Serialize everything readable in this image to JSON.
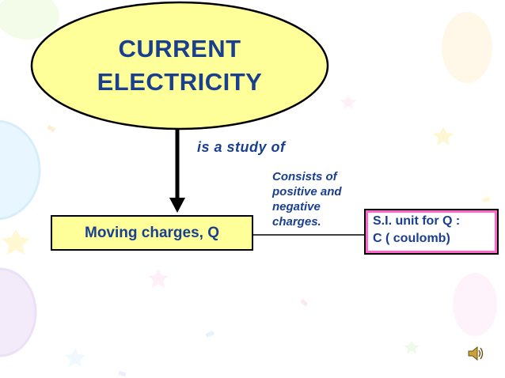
{
  "diagram": {
    "title_lines": [
      "CURRENT",
      "ELECTRICITY"
    ],
    "connector_label": "is a study of",
    "side_note_lines": [
      "Consists of",
      "positive and",
      "negative",
      "charges."
    ],
    "main_node": "Moving charges, Q",
    "unit_lines": [
      "S.I. unit for Q :",
      "C ( coulomb)"
    ]
  },
  "colors": {
    "ellipse_fill": "#ffff99",
    "main_box_fill": "#ffff99",
    "unit_box_border": "#ff66cc",
    "text": "#1a3f8f"
  },
  "icons": {
    "audio": "speaker-icon"
  }
}
